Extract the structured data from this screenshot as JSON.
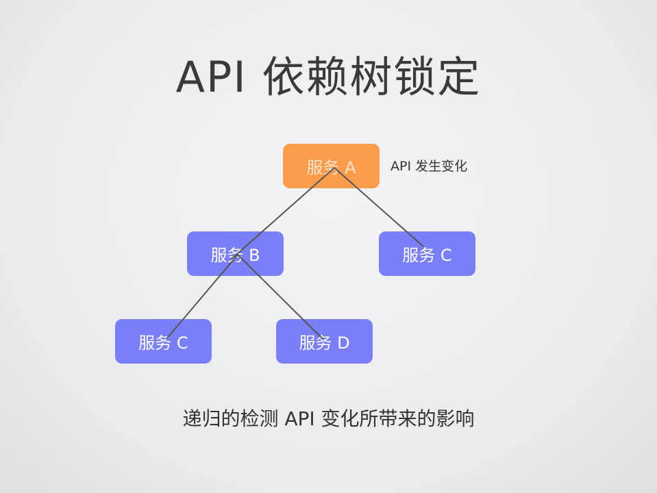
{
  "title": "API 依赖树锁定",
  "nodes": {
    "a": "服务 A",
    "b": "服务 B",
    "c_right": "服务 C",
    "c_left": "服务 C",
    "d": "服务 D"
  },
  "note": "API 发生变化",
  "caption": "递归的检测 API 变化所带来的影响",
  "colors": {
    "root": "#fb9b4c",
    "node": "#7b7ff7"
  }
}
